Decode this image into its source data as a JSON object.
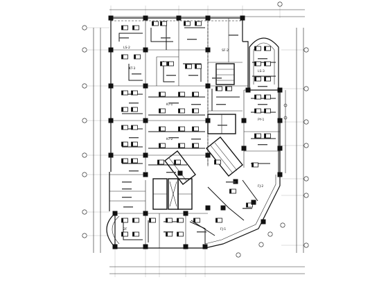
{
  "drawing": {
    "type": "HVAC floor plan (CAD)",
    "room_labels": [
      "LS-2",
      "LS-3",
      "2F",
      "KT-1",
      "KT-2",
      "KT-3",
      "SF-2",
      "PY-1",
      "FJ-1",
      "FJ-2"
    ],
    "colors": {
      "line": "#111111",
      "grid": "#b8b8b8",
      "background": "#ffffff"
    }
  }
}
